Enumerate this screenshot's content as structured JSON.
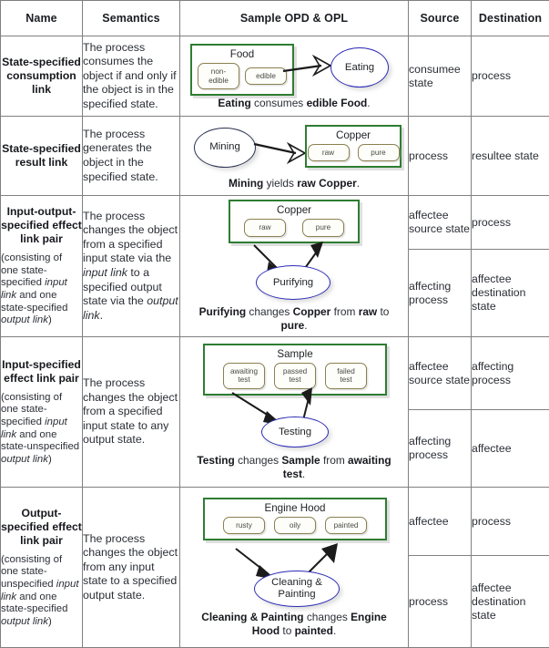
{
  "table": {
    "headers": [
      "Name",
      "Semantics",
      "Sample OPD & OPL",
      "Source",
      "Destination"
    ],
    "rows": [
      {
        "name_title": "State-specified consumption link",
        "name_note": "",
        "semantics": "The process consumes the object if and only if the object is in the specified state.",
        "opd": {
          "object": "Food",
          "states": [
            "non-edible",
            "edible"
          ],
          "process": "Eating",
          "layout": "object-left-process-right"
        },
        "opl": "Eating consumes edible Food.",
        "opl_parts": [
          {
            "t": "Eating",
            "b": true
          },
          {
            "t": " consumes ",
            "b": false
          },
          {
            "t": "edible Food",
            "b": true
          },
          {
            "t": ".",
            "b": false
          }
        ],
        "source": [
          "consumee state"
        ],
        "destination": [
          "process"
        ]
      },
      {
        "name_title": "State-specified result link",
        "name_note": "",
        "semantics": "The process generates the object in the specified state.",
        "opd": {
          "object": "Copper",
          "states": [
            "raw",
            "pure"
          ],
          "process": "Mining",
          "layout": "process-left-object-right"
        },
        "opl": "Mining yields raw Copper.",
        "opl_parts": [
          {
            "t": "Mining",
            "b": true
          },
          {
            "t": " yields ",
            "b": false
          },
          {
            "t": "raw Copper",
            "b": true
          },
          {
            "t": ".",
            "b": false
          }
        ],
        "source": [
          "process"
        ],
        "destination": [
          "resultee state"
        ]
      },
      {
        "name_title": "Input-output-specified effect link pair",
        "name_note": "(consisting of one state-specified <i>input link</i> and one state-specified <i>output link</i>)",
        "semantics": "The process changes the object from a specified input state via the <i>input link</i> to a specified output state via the <i>output link</i>.",
        "opd": {
          "object": "Copper",
          "states": [
            "raw",
            "pure"
          ],
          "process": "Purifying",
          "layout": "object-top-process-bottom"
        },
        "opl": "Purifying changes Copper from raw to pure.",
        "opl_parts": [
          {
            "t": "Purifying",
            "b": true
          },
          {
            "t": " changes ",
            "b": false
          },
          {
            "t": "Copper",
            "b": true
          },
          {
            "t": " from ",
            "b": false
          },
          {
            "t": "raw",
            "b": true
          },
          {
            "t": " to ",
            "b": false
          },
          {
            "t": "pure",
            "b": true
          },
          {
            "t": ".",
            "b": false
          }
        ],
        "source": [
          "affectee source state",
          "affecting process"
        ],
        "destination": [
          "process",
          "affectee destination state"
        ]
      },
      {
        "name_title": "Input-specified effect link pair",
        "name_note": "(consisting of one state-specified <i>input link</i> and one state-unspecified <i>output link</i>)",
        "semantics": "The process changes the object from a specified input state to any output state.",
        "opd": {
          "object": "Sample",
          "states": [
            "awaiting test",
            "passed test",
            "failed test"
          ],
          "process": "Testing",
          "layout": "object-top-process-bottom"
        },
        "opl": "Testing changes Sample from awaiting test.",
        "opl_parts": [
          {
            "t": "Testing",
            "b": true
          },
          {
            "t": " changes ",
            "b": false
          },
          {
            "t": "Sample",
            "b": true
          },
          {
            "t": " from ",
            "b": false
          },
          {
            "t": "awaiting test",
            "b": true
          },
          {
            "t": ".",
            "b": false
          }
        ],
        "source": [
          "affectee source state",
          "affecting process"
        ],
        "destination": [
          "affecting process",
          "affectee"
        ]
      },
      {
        "name_title": "Output-specified effect link pair",
        "name_note": "(consisting of one state-unspecified <i>input link</i> and one state-specified <i>output link</i>)",
        "semantics": "The process changes the object from any input state to a specified output state.",
        "opd": {
          "object": "Engine Hood",
          "states": [
            "rusty",
            "oily",
            "painted"
          ],
          "process": "Cleaning & Painting",
          "layout": "object-top-process-bottom"
        },
        "opl": "Cleaning & Painting changes Engine Hood to painted.",
        "opl_parts": [
          {
            "t": "Cleaning & Painting",
            "b": true
          },
          {
            "t": " changes ",
            "b": false
          },
          {
            "t": "Engine Hood",
            "b": true
          },
          {
            "t": " to ",
            "b": false
          },
          {
            "t": "painted",
            "b": true
          },
          {
            "t": ".",
            "b": false
          }
        ],
        "source": [
          "affectee",
          "process"
        ],
        "destination": [
          "process",
          "affectee destination state"
        ]
      }
    ]
  },
  "colors": {
    "object_border": "#2e7d32",
    "state_border": "#8a8150",
    "process_border": "#2b2bb5",
    "table_border": "#808080",
    "text": "#2a2e35"
  }
}
